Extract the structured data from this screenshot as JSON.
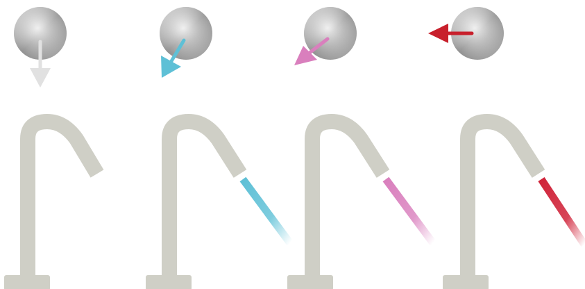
{
  "colors": {
    "background": "#ffffff",
    "faucet": "#cfcfc6",
    "knob_light": "#e2e2e2",
    "knob_dark": "#8d8d8d"
  },
  "stations": [
    {
      "id": "off",
      "arrow_color": "#e1e1e1",
      "stream_color": null,
      "arrow_direction": "down"
    },
    {
      "id": "cold",
      "arrow_color": "#5ec0d6",
      "stream_color": "#5ec0d6",
      "arrow_direction": "down-left"
    },
    {
      "id": "mixed",
      "arrow_color": "#d97fbd",
      "stream_color": "#d97fbd",
      "arrow_direction": "down-left"
    },
    {
      "id": "hot",
      "arrow_color": "#c8202c",
      "stream_color": "#d0243a",
      "arrow_direction": "left"
    }
  ]
}
